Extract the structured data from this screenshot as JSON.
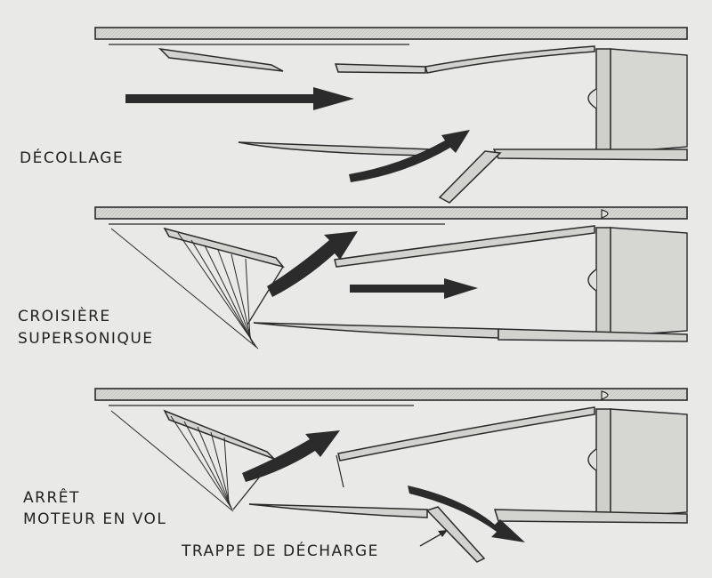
{
  "colors": {
    "background": "#e9e9e7",
    "line": "#2a2a2a",
    "flap_fill": "#d2d2cf",
    "engine_fill": "#cfcfcc",
    "arrow": "#2b2b2b"
  },
  "panels": [
    {
      "id": "takeoff",
      "label_lines": [
        "DÉCOLLAGE"
      ]
    },
    {
      "id": "cruise",
      "label_lines": [
        "CROISIÈRE",
        "SUPERSONIQUE"
      ]
    },
    {
      "id": "shutdown",
      "label_lines": [
        "ARRÊT",
        "MOTEUR EN VOL"
      ]
    }
  ],
  "callout": {
    "label": "TRAPPE DE DÉCHARGE"
  }
}
